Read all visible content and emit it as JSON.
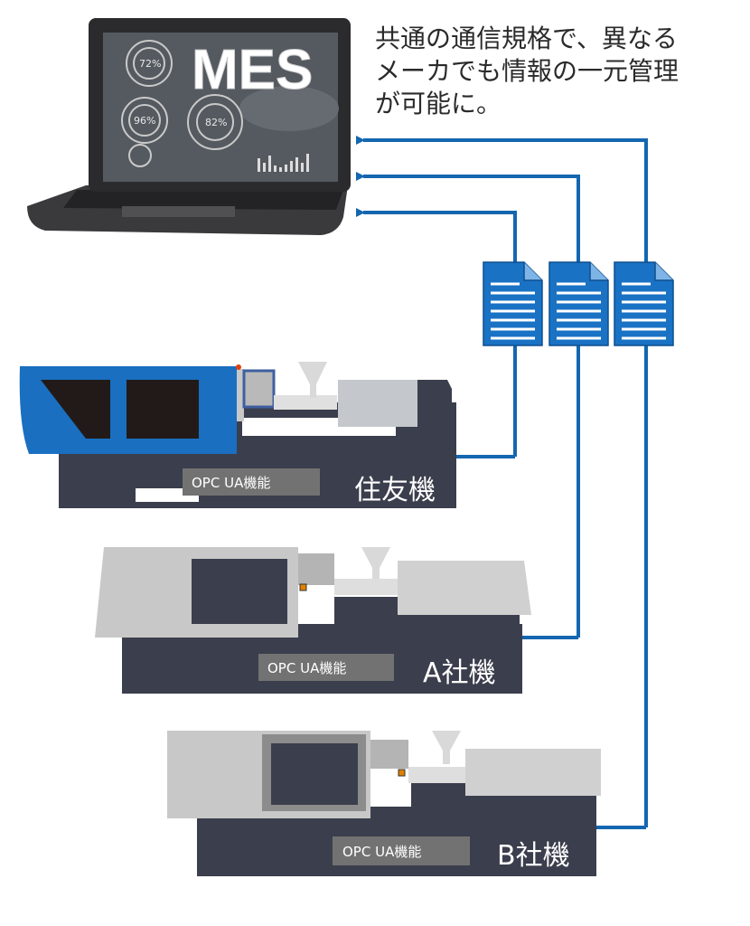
{
  "caption": {
    "lines": [
      "共通の通信規格で、異なる",
      "メーカでも情報の一元管理",
      "が可能に。"
    ]
  },
  "laptop": {
    "screen_title": "MES",
    "gauges": [
      "72%",
      "96%",
      "82%"
    ]
  },
  "machines": [
    {
      "name": "住友機",
      "feature_label": "OPC UA機能",
      "color": "#1a6fc0"
    },
    {
      "name": "A社機",
      "feature_label": "OPC UA機能",
      "color": "#c8c8c8"
    },
    {
      "name": "B社機",
      "feature_label": "OPC UA機能",
      "color": "#c8c8c8"
    }
  ],
  "colors": {
    "link": "#1466b0",
    "document": "#1a72c4",
    "base": "#3b3e4c"
  }
}
